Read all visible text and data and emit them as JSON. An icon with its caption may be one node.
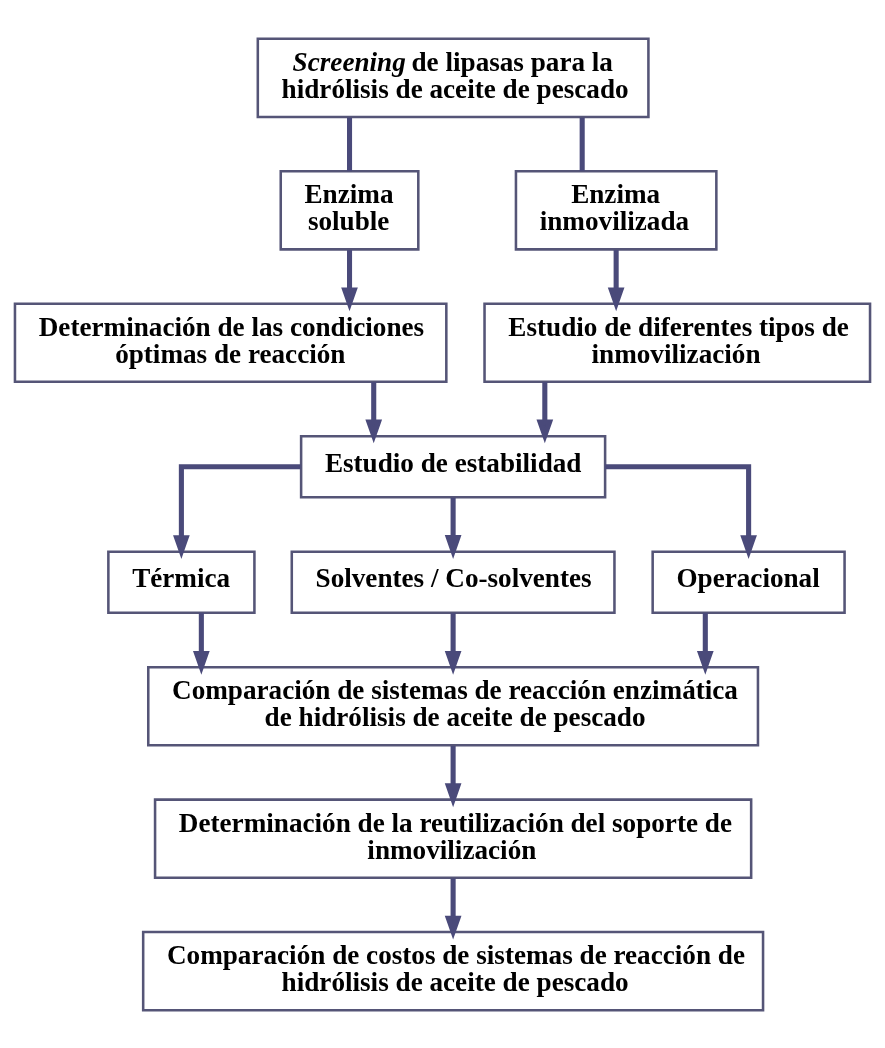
{
  "diagram": {
    "nodes": [
      {
        "text": [
          "*Screening* de lipasas para la hidrólisis de aceite de pescado"
        ]
      },
      {
        "text": [
          "Enzima soluble"
        ]
      },
      {
        "text": [
          "Enzima inmovilizada"
        ]
      },
      {
        "text": [
          "Determinación de las condiciones óptimas de reacción"
        ]
      },
      {
        "text": [
          "Estudio de diferentes tipos de inmovilización"
        ]
      },
      {
        "text": [
          "Estudio de estabilidad"
        ]
      },
      {
        "text": [
          "Térmica"
        ]
      },
      {
        "text": [
          "Solventes / Co-solventes"
        ]
      },
      {
        "text": [
          "Operacional"
        ]
      },
      {
        "text": [
          "Comparación de sistemas de reacción enzimática de hidrólisis de aceite de pescado"
        ]
      },
      {
        "text": [
          "Determinación de la reutilización del soporte de inmovilización"
        ]
      },
      {
        "text": [
          "Comparación de costos de sistemas de reacción de hidrólisis de aceite de pescado"
        ]
      }
    ],
    "edges": [
      {
        "from": 0,
        "to": 1,
        "arrow": "none"
      },
      {
        "from": 0,
        "to": 2,
        "arrow": "none"
      },
      {
        "from": 1,
        "to": 3,
        "arrow": "to"
      },
      {
        "from": 2,
        "to": 4,
        "arrow": "to"
      },
      {
        "from": 3,
        "to": 5,
        "arrow": "to"
      },
      {
        "from": 4,
        "to": 5,
        "arrow": "to"
      },
      {
        "from": 5,
        "to": 6,
        "arrow": "to"
      },
      {
        "from": 5,
        "to": 7,
        "arrow": "to"
      },
      {
        "from": 5,
        "to": 8,
        "arrow": "to"
      },
      {
        "from": 6,
        "to": 9,
        "arrow": "to"
      },
      {
        "from": 7,
        "to": 9,
        "arrow": "to"
      },
      {
        "from": 8,
        "to": 9,
        "arrow": "to"
      },
      {
        "from": 9,
        "to": 10,
        "arrow": "to"
      },
      {
        "from": 10,
        "to": 11,
        "arrow": "to"
      }
    ]
  }
}
